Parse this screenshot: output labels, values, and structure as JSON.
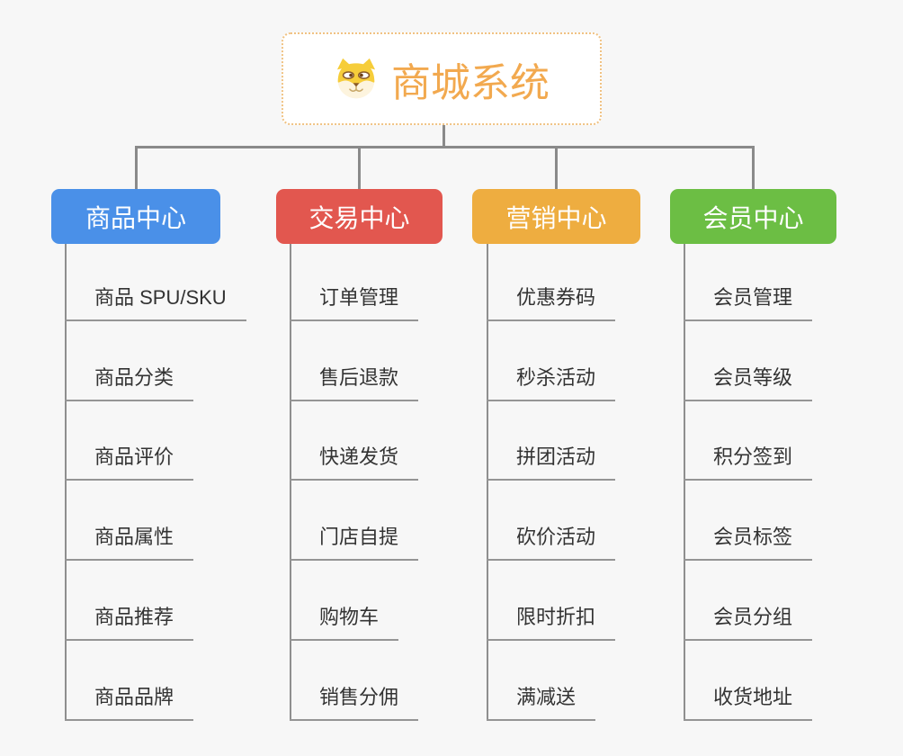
{
  "page": {
    "background": "#F7F7F7",
    "connector_color": "#8A8A8A",
    "underline_color": "#959595"
  },
  "root": {
    "title": "商城系统",
    "icon": "dog-face-icon",
    "text_color": "#F2A94F",
    "border_color": "#F0C283"
  },
  "branches": [
    {
      "label": "商品中心",
      "color": "#4A90E8",
      "items": [
        "商品 SPU/SKU",
        "商品分类",
        "商品评价",
        "商品属性",
        "商品推荐",
        "商品品牌"
      ]
    },
    {
      "label": "交易中心",
      "color": "#E2574F",
      "items": [
        "订单管理",
        "售后退款",
        "快递发货",
        "门店自提",
        "购物车",
        "销售分佣"
      ]
    },
    {
      "label": "营销中心",
      "color": "#EEAD40",
      "items": [
        "优惠券码",
        "秒杀活动",
        "拼团活动",
        "砍价活动",
        "限时折扣",
        "满减送"
      ]
    },
    {
      "label": "会员中心",
      "color": "#6CBE44",
      "items": [
        "会员管理",
        "会员等级",
        "积分签到",
        "会员标签",
        "会员分组",
        "收货地址"
      ]
    }
  ]
}
